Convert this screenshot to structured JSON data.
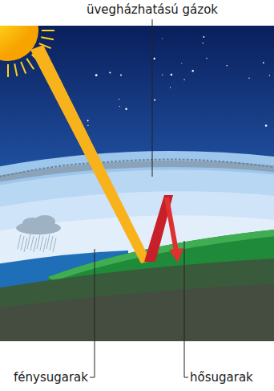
{
  "diagram": {
    "labels": [
      "üvegházhatású gázok",
      "fénysugarak",
      "hősugarak"
    ]
  }
}
